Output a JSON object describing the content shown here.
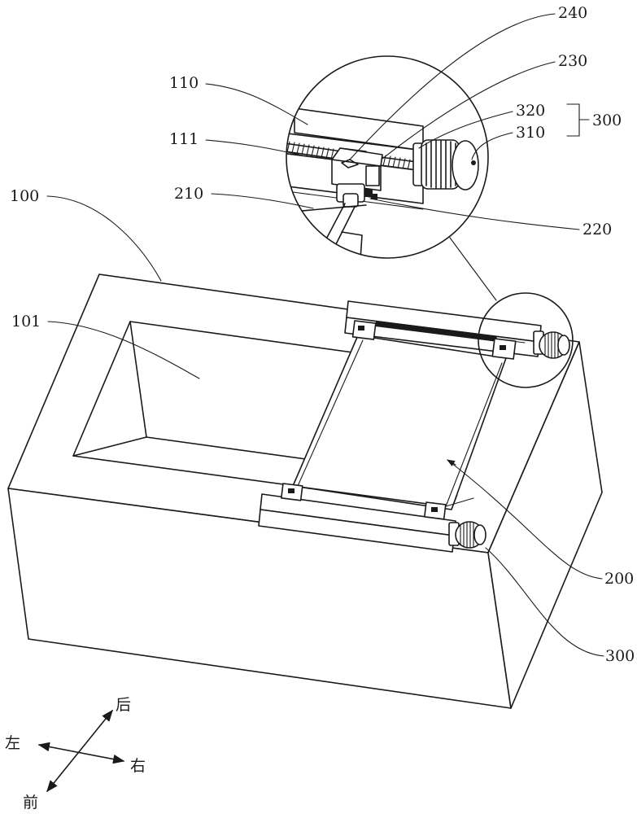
{
  "labels": {
    "l240": "240",
    "l230": "230",
    "l110": "110",
    "l320": "320",
    "l300_bracket": "300",
    "l111": "111",
    "l310": "310",
    "l100": "100",
    "l210": "210",
    "l220": "220",
    "l101": "101",
    "l200": "200",
    "l300_bottom": "300"
  },
  "directions": {
    "back": "后",
    "left": "左",
    "right": "右",
    "front": "前"
  }
}
